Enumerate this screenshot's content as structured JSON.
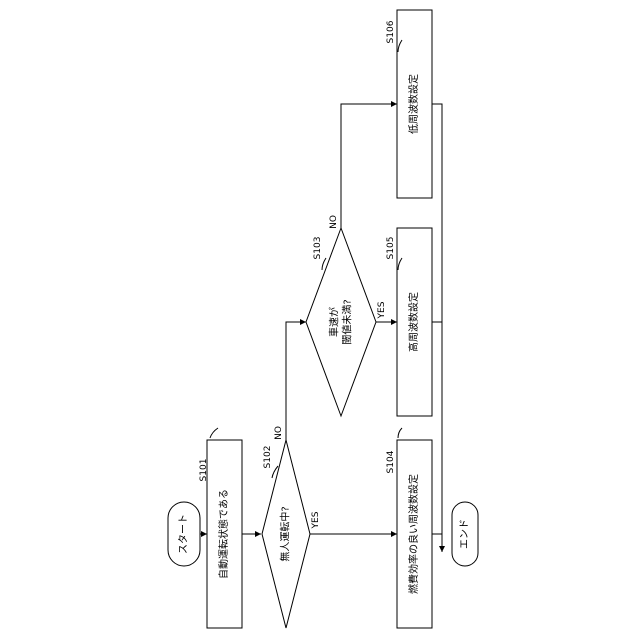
{
  "nodes": {
    "start": "スタート",
    "s101": {
      "id": "S101",
      "text": "自動運転状態である"
    },
    "s102": {
      "id": "S102",
      "text": "無人運転中?"
    },
    "s103": {
      "id": "S103",
      "text_line1": "車速が",
      "text_line2": "閾値未満?"
    },
    "s104": {
      "id": "S104",
      "text": "燃費効率の良い周波数設定"
    },
    "s105": {
      "id": "S105",
      "text": "高周波数設定"
    },
    "s106": {
      "id": "S106",
      "text": "低周波数設定"
    },
    "end": "エンド"
  },
  "branches": {
    "s102_yes": "YES",
    "s102_no": "NO",
    "s103_yes": "YES",
    "s103_no": "NO"
  }
}
